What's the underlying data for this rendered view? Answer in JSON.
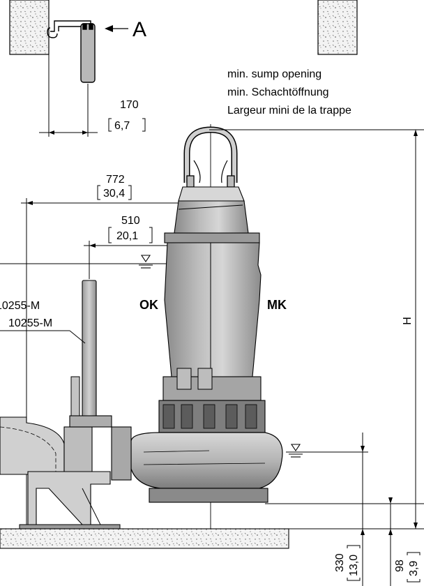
{
  "detail": {
    "callout": "A"
  },
  "sump_note": {
    "lines": [
      "min. sump opening",
      "min. Schachtöffnung",
      "Largeur mini de la trappe"
    ]
  },
  "dimensions": {
    "d170": {
      "value": "170",
      "inch": "6,7"
    },
    "d772": {
      "value": "772",
      "inch": "30,4"
    },
    "d510": {
      "value": "510",
      "inch": "20,1"
    },
    "d330": {
      "value": "330",
      "inch": "13,0"
    },
    "d98": {
      "value": "98",
      "inch": "3,9"
    },
    "height_label": "H"
  },
  "labels": {
    "ok": "OK",
    "mk": "MK",
    "part_upper": "10255-M",
    "part_lower": "10255-M"
  },
  "colors": {
    "line": "#000000",
    "pump_light": "#c9c9c9",
    "pump_mid": "#a9a9a9",
    "pump_dark": "#6e6e6e",
    "concrete": "#f3f3f3"
  }
}
